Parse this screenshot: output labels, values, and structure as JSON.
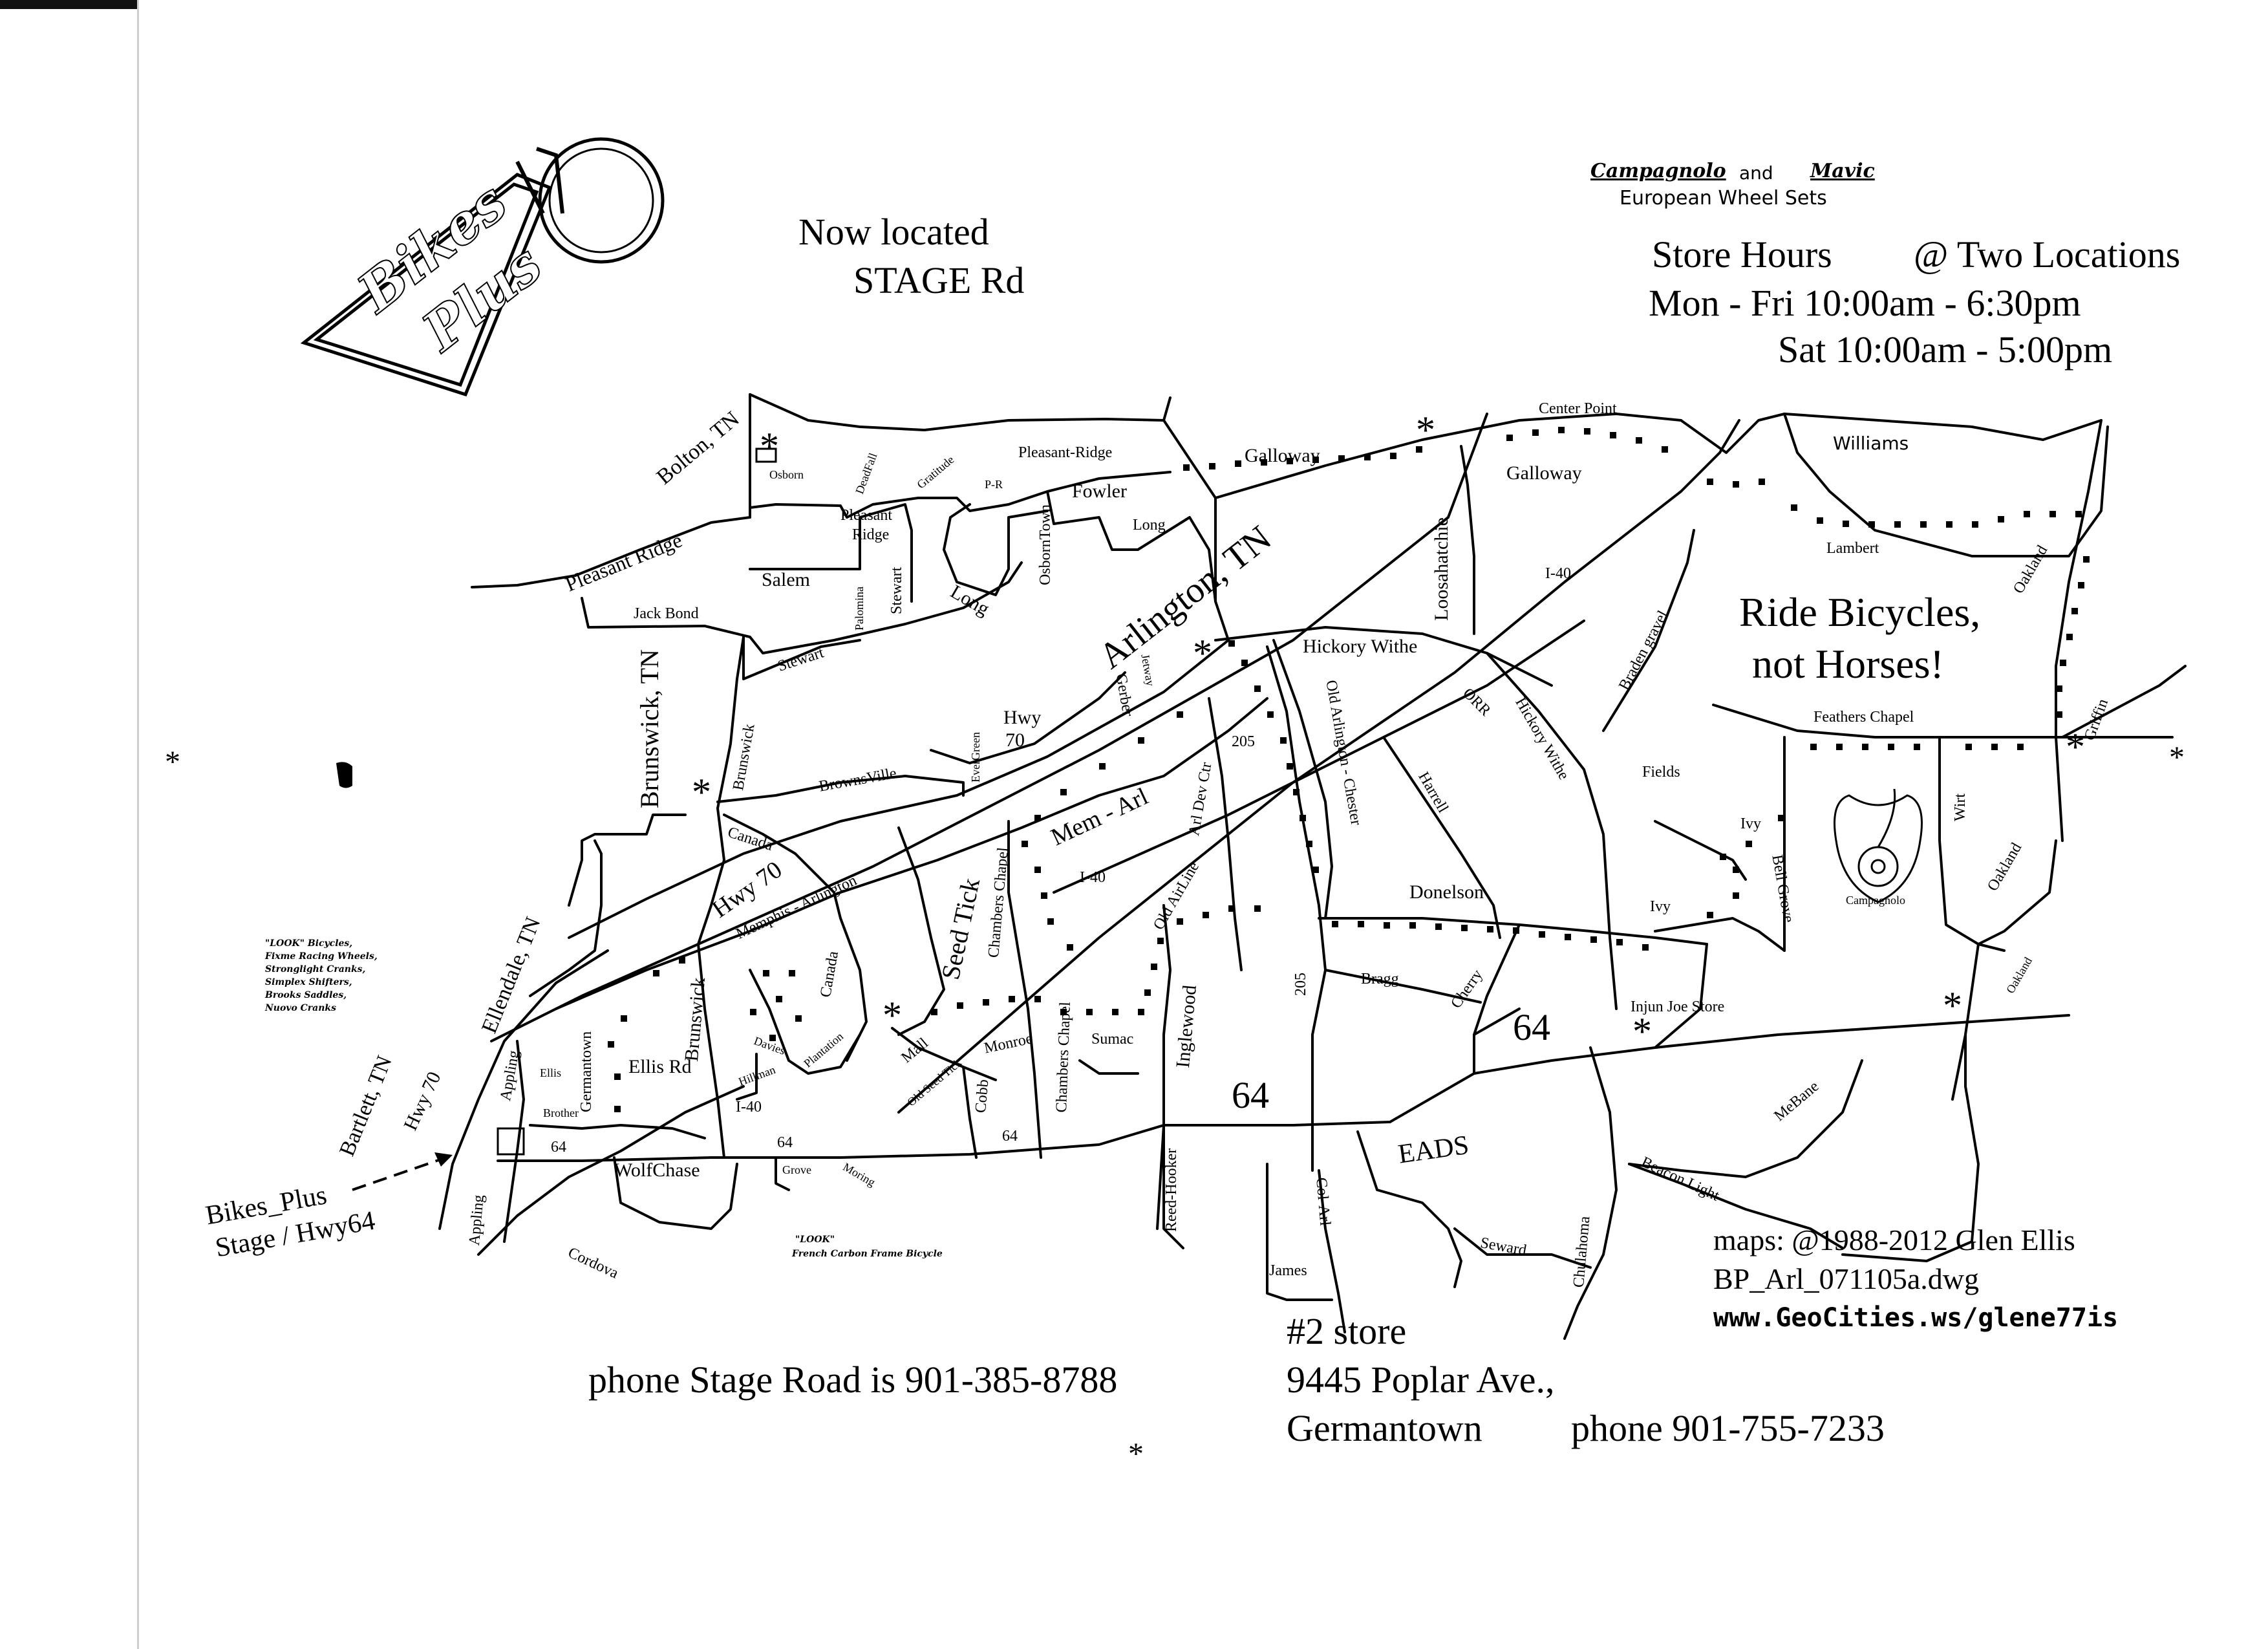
{
  "header": {
    "now_located_1": "Now located",
    "now_located_2": "STAGE  Rd",
    "wheels_brand_1": "Campagnolo",
    "wheels_and": "and",
    "wheels_brand_2": "Mavic",
    "wheels_sub": "European Wheel Sets",
    "hours_title": "Store Hours",
    "hours_locations": "@  Two Locations",
    "hours_weekday": "Mon - Fri   10:00am - 6:30pm",
    "hours_sat": "Sat  10:00am - 5:00pm"
  },
  "logo": {
    "text_1": "Bikes",
    "text_2": "Plus"
  },
  "slogan": {
    "line_1": "Ride Bicycles,",
    "line_2": "not Horses!"
  },
  "towns": {
    "bolton": "Bolton, TN",
    "arlington": "Arlington, TN",
    "brunswick": "Brunswick, TN",
    "ellendale": "Ellendale, TN",
    "bartlett": "Bartlett, TN"
  },
  "roads": {
    "pleasant_ridge": "Pleasant   Ridge",
    "osborn": "Osborn",
    "deadfall": "DeadFall",
    "gratitude": "Gratitude",
    "pleasant_ridge_2": "Pleasant-Ridge",
    "p_r": "P-R",
    "osborntown": "OsbornTown",
    "fowler": "Fowler",
    "long_1": "Long",
    "long_2": "Long",
    "pleasant_ridge_box_1": "Pleasant",
    "pleasant_ridge_box_2": "Ridge",
    "salem": "Salem",
    "palomina": "Palomina",
    "stewart_1": "Stewart",
    "stewart_2": "Stewart",
    "jack_bond": "Jack Bond",
    "galloway_1": "Galloway",
    "galloway_2": "Galloway",
    "center_point": "Center Point",
    "williams": "Williams",
    "lambert": "Lambert",
    "oakland_1": "Oakland",
    "oakland_2": "Oakland",
    "oakland_3": "Oakland",
    "loosahatchie": "Loosahatchie",
    "i40_1": "I-40",
    "i40_2": "I-40",
    "i40_3": "I-40",
    "braden_gravel": "Braden gravel",
    "hickory_withe_1": "Hickory Withe",
    "hickory_withe_2": "Hickory Withe",
    "orr": "ORR",
    "harrell": "Harrell",
    "old_arlington_chester": "Old Arlington - Chester",
    "jetway": "Jetway",
    "gerber": "Gerber",
    "hwy70_a": "Hwy",
    "hwy70_b": "70",
    "evergreen": "EverGreen",
    "brownsville": "BrownsVille",
    "brunswick_rd_1": "Brunswick",
    "brunswick_rd_2": "Brunswick",
    "canada_1": "Canada",
    "canada_2": "Canada",
    "hwy70_main": "Hwy 70",
    "memphis_arlington": "Memphis - Arlington",
    "mem_arl": "Mem - Arl",
    "arl_dev_ctr": "Arl Dev Ctr",
    "r205_1": "205",
    "r205_2": "205",
    "feathers_chapel": "Feathers Chapel",
    "fields": "Fields",
    "ivy_1": "Ivy",
    "ivy_2": "Ivy",
    "bell_grove": "Bell Grove",
    "wirt": "Wirt",
    "griffin": "Griffin",
    "campagnolo_badge": "Campagnolo",
    "donelson": "Donelson",
    "bragg": "Bragg",
    "cherry": "Cherry",
    "injun_joe": "Injun Joe Store",
    "seed_tick": "Seed Tick",
    "chambers_chapel_1": "Chambers Chapel",
    "chambers_chapel_2": "Chambers Chapel",
    "old_airline": "Old AirLine",
    "inglewood": "Inglewood",
    "sumac": "Sumac",
    "monroe": "Monroe",
    "cobb": "Cobb",
    "old_seed_tick": "Old Seed Tick",
    "mall": "Mall",
    "plantation": "Plantation",
    "davies": "Davies",
    "hillman": "Hillman",
    "ellis_rd": "Ellis Rd",
    "ellis_sm": "Ellis",
    "germantown": "Germantown",
    "appling_1": "Appling",
    "appling_2": "Appling",
    "brother": "Brother",
    "hwy70_west": "Hwy 70",
    "r64_1": "64",
    "r64_2": "64",
    "r64_3": "64",
    "r64_4": "64",
    "r64_5": "64",
    "wolfchase": "WolfChase",
    "grove": "Grove",
    "misc": "Moring",
    "cordova": "Cordova",
    "reed_hooker": "Reed-Hooker",
    "eads": "EADS",
    "col_arl": "Col-Arl",
    "james": "James",
    "seward": "Seward",
    "chulahoma": "Chulahoma",
    "beacon_light": "Beacon Light",
    "mebane": "MeBane"
  },
  "stage_pointer": {
    "line_1": "Bikes_Plus",
    "line_2": "Stage / Hwy64"
  },
  "notes": {
    "look_1": "\"LOOK\" Bicycles,",
    "look_2": "Fixme Racing Wheels,",
    "look_3": "Stronglight Cranks,",
    "look_4": "Simplex Shifters,",
    "look_5": "Brooks Saddles,",
    "look_6": "Nuovo Cranks",
    "look_frames_1": "\"LOOK\"",
    "look_frames_2": "French Carbon Frame Bicycle"
  },
  "footer": {
    "phone_stage": "phone  Stage Road  is  901-385-8788",
    "store2_title": "#2 store",
    "store2_addr": "9445 Poplar Ave.,",
    "store2_city": "Germantown",
    "store2_phone": "phone 901-755-7233",
    "credit_1": "maps:  @1988-2012  Glen Ellis",
    "credit_2": "BP_Arl_071105a.dwg",
    "credit_3": "www.GeoCities.ws/glene77is"
  },
  "symbols": {
    "asterisk": "*"
  }
}
